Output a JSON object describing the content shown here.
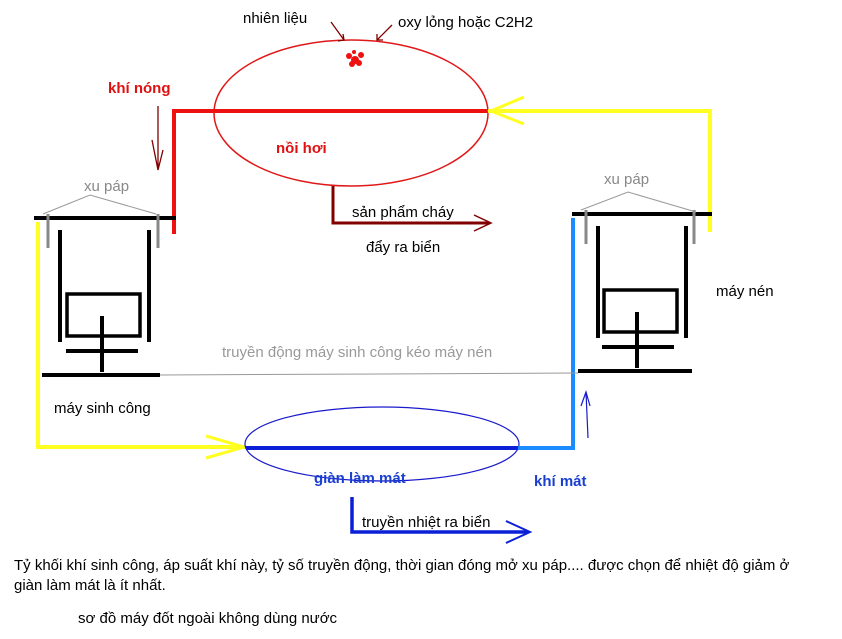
{
  "labels": {
    "fuel": "nhiên liệu",
    "oxygen": "oxy lỏng hoặc C2H2",
    "hot_gas": "khí nóng",
    "boiler": "nồi hơi",
    "valve_left": "xu páp",
    "valve_right": "xu páp",
    "combustion_products": "sản phẩm cháy",
    "pushed_to_sea": "đẩy ra biển",
    "compressor": "máy nén",
    "transmission": "truyền động máy sinh công kéo máy nén",
    "engine": "máy sinh công",
    "cooler": "giàn làm mát",
    "cool_gas": "khí mát",
    "heat_to_sea": "truyền nhiệt ra biển"
  },
  "notes": {
    "main": "Tỷ khối khí sinh công, áp suất khí này, tỷ số truyền động, thời gian đóng mở xu páp.... được chọn để nhiệt độ giảm ở giàn làm mát là ít nhất.",
    "caption": "sơ đồ máy đốt ngoài không dùng nước"
  },
  "colors": {
    "hot_line": "#ee1111",
    "yellow_line": "#ffff22",
    "dark_blue_line": "#0a1fd6",
    "light_blue_line": "#1a8cff",
    "exhaust_line": "#800000",
    "boiler_outline": "#e01818",
    "cooler_outline": "#1a1acc",
    "hot_text": "#e01010",
    "valve_text": "#888888",
    "cool_text": "#1a3fd0"
  }
}
